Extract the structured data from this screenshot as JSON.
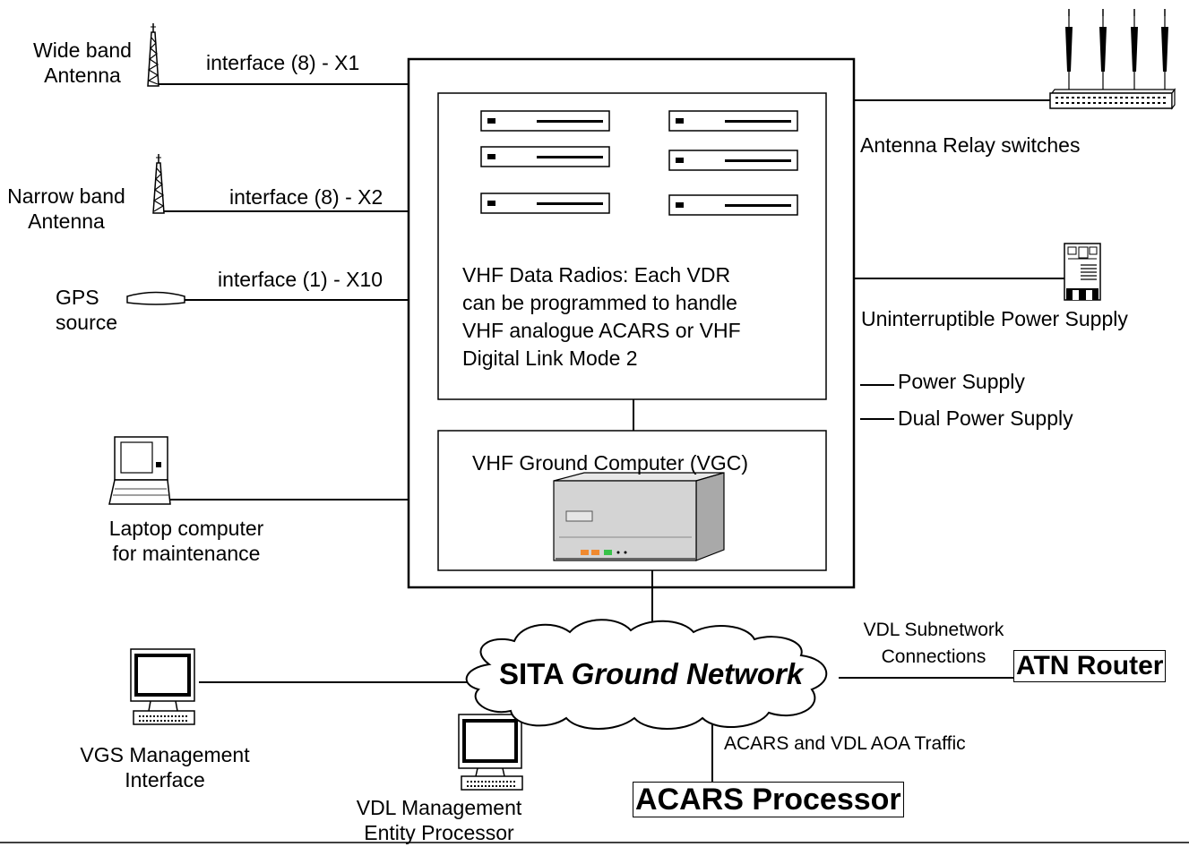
{
  "labels": {
    "wideband_antenna": [
      "Wide band",
      "Antenna"
    ],
    "narrowband_antenna": [
      "Narrow band",
      "Antenna"
    ],
    "gps_source": [
      "GPS",
      "source"
    ],
    "laptop": [
      "Laptop computer",
      "for maintenance"
    ],
    "interface_x1": "interface (8) -  X1",
    "interface_x2": "interface (8) - X2",
    "interface_x10": "interface (1) - X10",
    "vdr_description": [
      "VHF Data Radios: Each VDR",
      "can be programmed to handle",
      "VHF analogue ACARS or VHF",
      "Digital Link Mode 2"
    ],
    "vgc": "VHF Ground Computer (VGC)",
    "antenna_relay": "Antenna Relay switches",
    "ups": "Uninterruptible Power Supply",
    "power_supply": "Power Supply",
    "dual_power_supply": "Dual Power Supply",
    "network_plain": "SITA ",
    "network_italic": "Ground Network",
    "vdl_subnetwork": [
      "VDL Subnetwork",
      "Connections"
    ],
    "atn_router": "ATN Router",
    "acars_traffic": "ACARS and VDL AOA Traffic",
    "acars_processor": "ACARS Processor",
    "vgs_management": [
      "VGS Management",
      "Interface"
    ],
    "vdl_management": [
      "VDL Management",
      "Entity Processor"
    ]
  },
  "icons": [
    "antenna-icon",
    "radio-unit-icon",
    "gps-receiver-icon",
    "laptop-icon",
    "server-icon",
    "antenna-relay-icon",
    "ups-icon",
    "workstation-icon",
    "cloud-icon"
  ],
  "colors": {
    "line": "#000000",
    "cloud_fill": "#ffffff",
    "server_body": "#d4d4d4",
    "led_orange": "#f08a30",
    "led_green": "#38c24a"
  }
}
